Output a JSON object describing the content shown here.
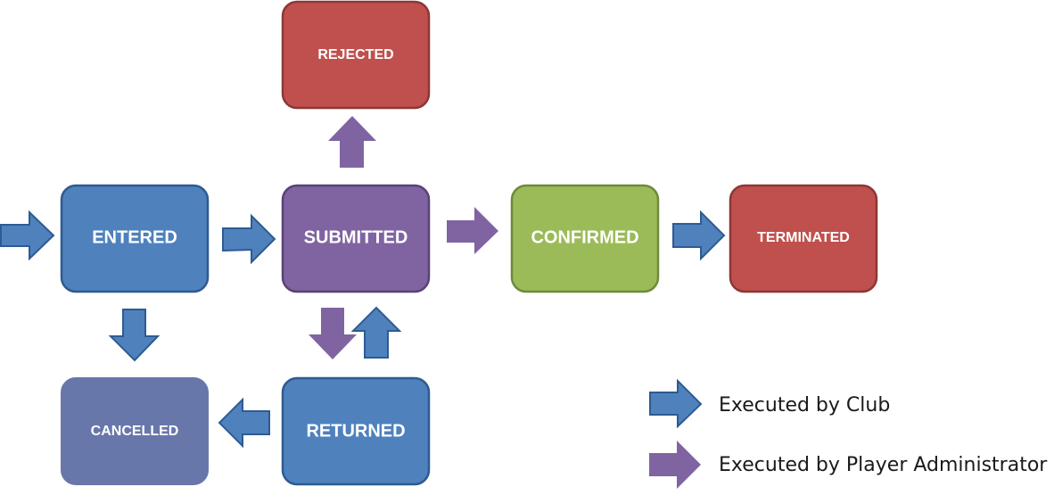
{
  "states": {
    "rejected": "REJECTED",
    "entered": "ENTERED",
    "submitted": "SUBMITTED",
    "confirmed": "CONFIRMED",
    "terminated": "TERMINATED",
    "cancelled": "CANCELLED",
    "returned": "RETURNED"
  },
  "legend": {
    "club": "Executed by Club",
    "player_admin": "Executed by Player Administrator"
  },
  "colors": {
    "club_arrow": "#4f81bd",
    "admin_arrow": "#8064a2",
    "blue_state": "#4f81bd",
    "purple_state": "#8064a2",
    "green_state": "#9bbb59",
    "red_state": "#c0504d",
    "grey_blue_state": "#6877aa"
  }
}
